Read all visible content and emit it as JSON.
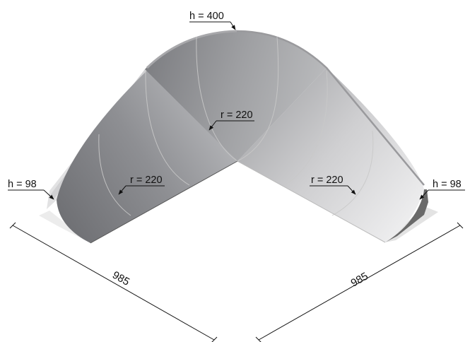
{
  "annotations": {
    "height_center": "h = 400",
    "height_left": "h = 98",
    "height_right": "h = 98",
    "radius_center": "r = 220",
    "radius_left": "r = 220",
    "radius_right": "r = 220"
  },
  "dimensions": {
    "length_left": "985",
    "length_right": "985"
  },
  "colors": {
    "surface_dark": "#6e6f73",
    "surface_light": "#f0f0f1",
    "end_face": "#6a6a6a",
    "base_shadow": "#eeeeee"
  }
}
